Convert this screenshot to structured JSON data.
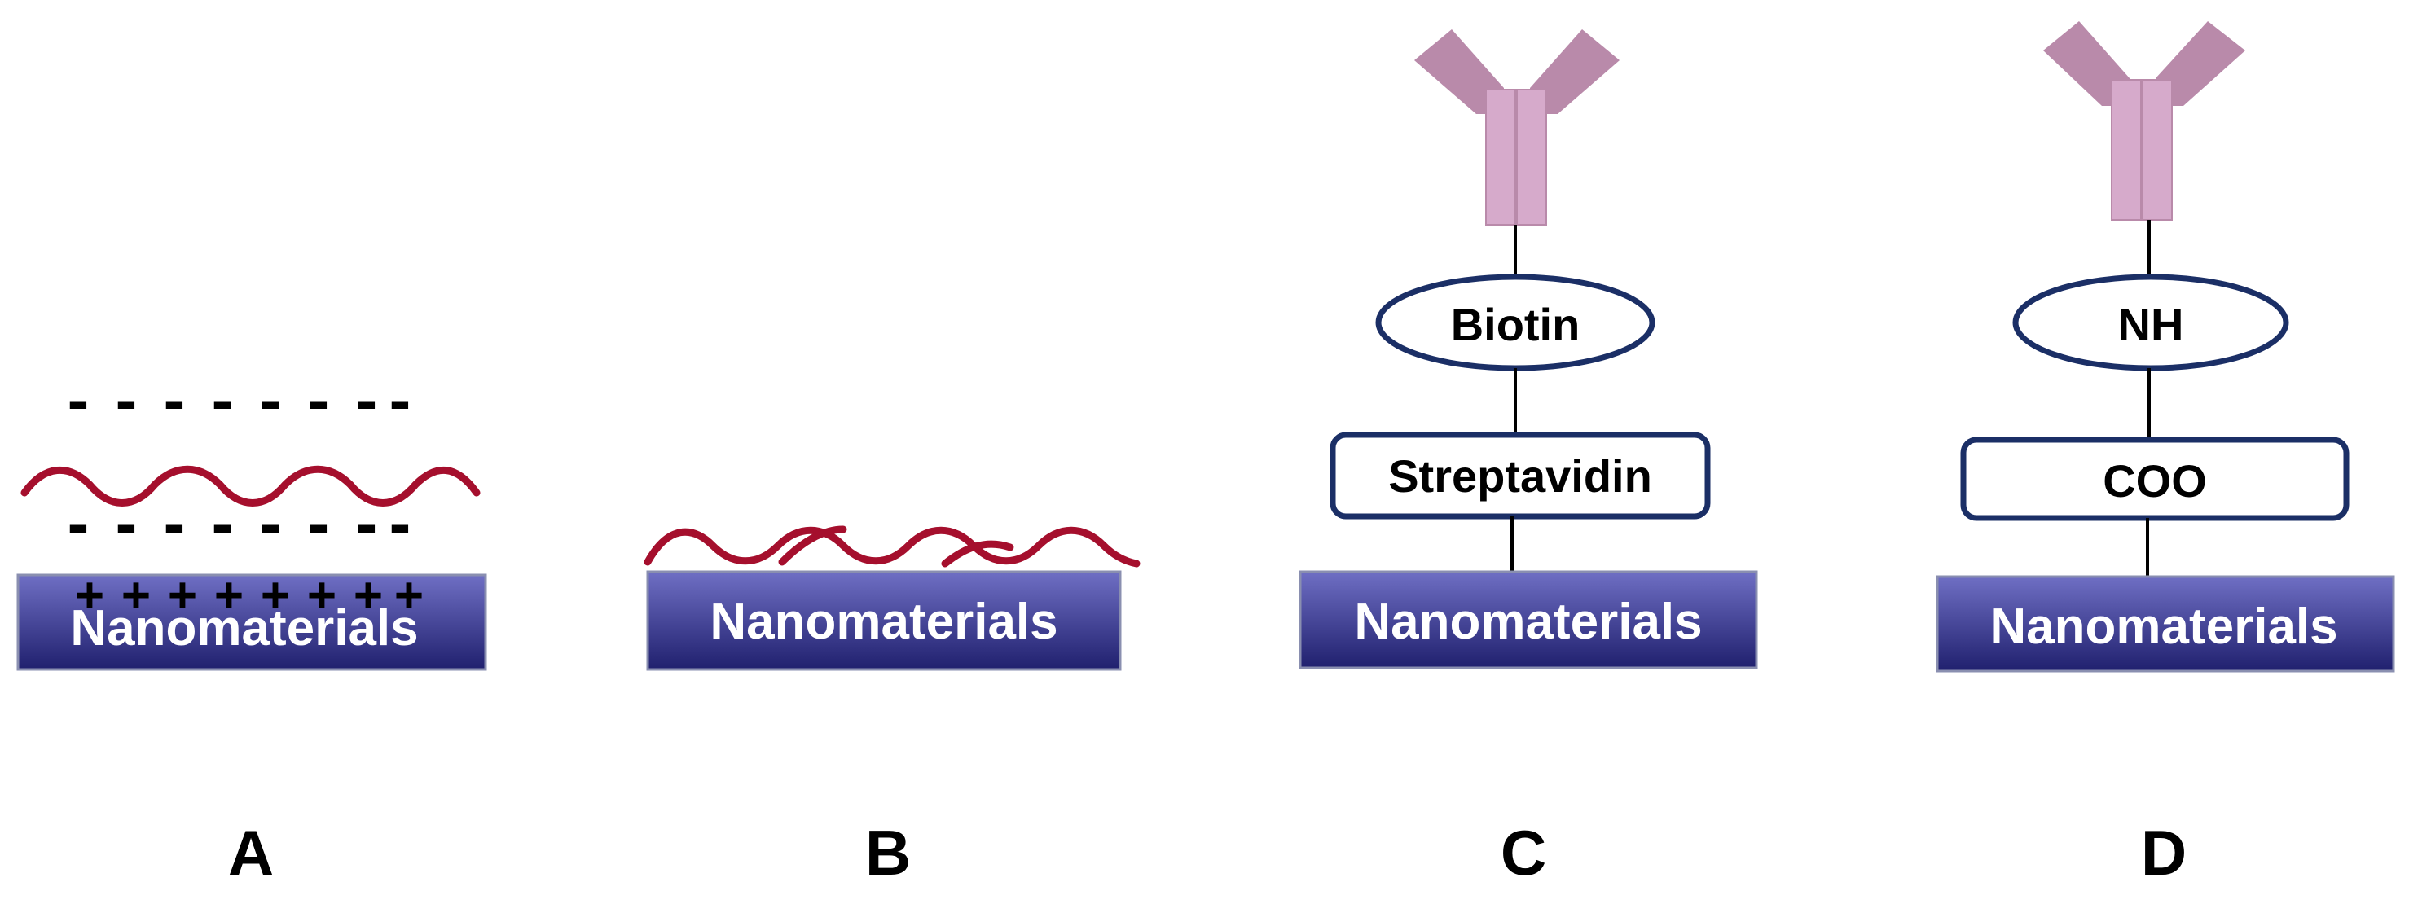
{
  "colors": {
    "substrate_top": "#6f6fc4",
    "substrate_bottom": "#20206e",
    "substrate_border": "#8a8fb0",
    "dna": "#a50f2d",
    "antibody": "#d6aacb",
    "antibody_dark": "#b98aaa",
    "outline": "#1b2f66",
    "linker": "#000000"
  },
  "panels": {
    "a": {
      "label": "A",
      "substrate_label": "Nanomaterials",
      "negative_charges": [
        "-",
        "-",
        "-",
        "-",
        "-",
        "-",
        "-",
        "-",
        "-",
        "-",
        "-",
        "-",
        "-",
        "-",
        "-",
        "-"
      ],
      "positive_charges": [
        "+",
        "+",
        "+",
        "+",
        "+",
        "+",
        "+",
        "+"
      ]
    },
    "b": {
      "label": "B",
      "substrate_label": "Nanomaterials"
    },
    "c": {
      "label": "C",
      "substrate_label": "Nanomaterials",
      "lower_linker": "Streptavidin",
      "upper_linker": "Biotin"
    },
    "d": {
      "label": "D",
      "substrate_label": "Nanomaterials",
      "lower_linker": "COO",
      "upper_linker": "NH"
    }
  }
}
